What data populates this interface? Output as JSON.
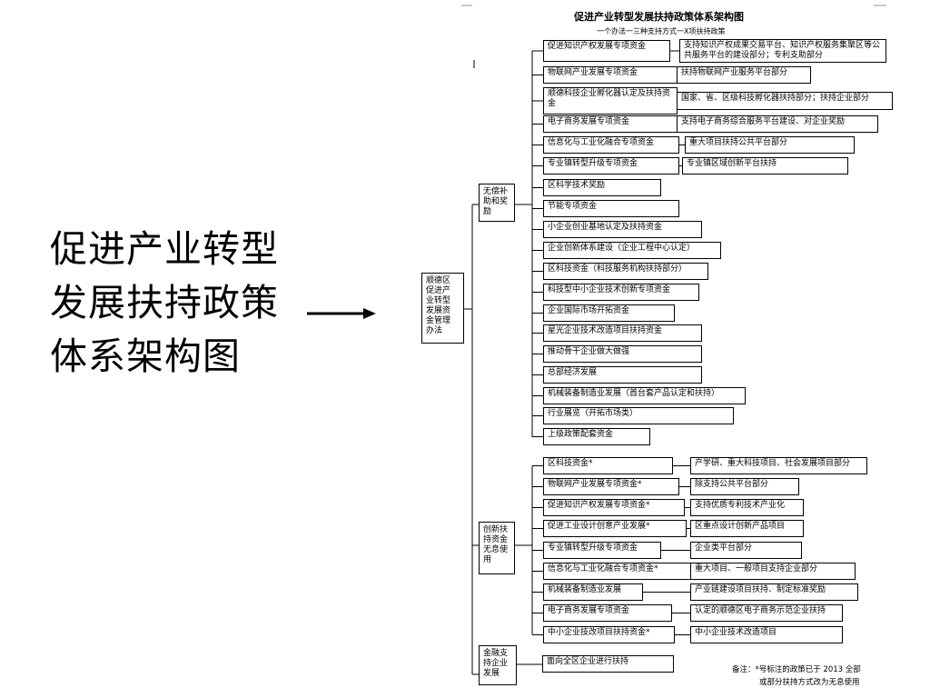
{
  "slide": {
    "big_title": [
      "促进产业转型",
      "发展扶持政策",
      "体系架构图"
    ]
  },
  "diagram": {
    "title": "促进产业转型发展扶持政策体系架构图",
    "subtitle": "一个办法一三种支持方式一X项扶持政策",
    "root": [
      "顺德区",
      "促进产",
      "业转型",
      "发展资",
      "金管理",
      "办法"
    ],
    "categories": [
      {
        "label": "无偿补助和奖励"
      },
      {
        "label": "创新扶持资金无息使用"
      },
      {
        "label": "金融支持企业发展"
      }
    ],
    "group1": [
      {
        "item": "促进知识产权发展专项资金",
        "note": "支持知识产权成果交易平台、知识产权服务集聚区等公共服务平台的建设部分；专利支助部分"
      },
      {
        "item": "物联网产业发展专项资金",
        "note": "扶持物联网产业服务平台部分"
      },
      {
        "item": "顺德科技企业孵化器认定及扶持资金",
        "note": "国家、省、区级科技孵化器扶持部分；扶持企业部分"
      },
      {
        "item": "电子商务发展专项资金",
        "note": "支持电子商务综合服务平台建设、对企业奖励"
      },
      {
        "item": "信息化与工业化融合专项资金",
        "note": "重大项目扶持公共平台部分"
      },
      {
        "item": "专业镇转型升级专项资金",
        "note": "专业镇区域创新平台扶持"
      },
      {
        "item": "区科学技术奖励",
        "note": ""
      },
      {
        "item": "节能专项资金",
        "note": ""
      },
      {
        "item": "小企业创业基地认定及扶持资金",
        "note": ""
      },
      {
        "item": "企业创新体系建设（企业工程中心认定）",
        "note": ""
      },
      {
        "item": "区科技资金（科技服务机构扶持部分）",
        "note": ""
      },
      {
        "item": "科技型中小企业技术创新专项资金",
        "note": ""
      },
      {
        "item": "企业国际市场开拓资金",
        "note": ""
      },
      {
        "item": "星光企业技术改造项目扶持资金",
        "note": ""
      },
      {
        "item": "推动骨干企业做大做强",
        "note": ""
      },
      {
        "item": "总部经济发展",
        "note": ""
      },
      {
        "item": "机械装备制造业发展（首台套产品认定和扶持）",
        "note": ""
      },
      {
        "item": "行业展览（开拓市场类）",
        "note": ""
      },
      {
        "item": "上级政策配套资金",
        "note": ""
      }
    ],
    "group2": [
      {
        "item": "区科技资金*",
        "note": "产学研、重大科技项目、社会发展项目部分"
      },
      {
        "item": "物联网产业发展专项资金*",
        "note": "除支持公共平台部分"
      },
      {
        "item": "促进知识产权发展专项资金*",
        "note": "支持优质专利技术产业化"
      },
      {
        "item": "促进工业设计创意产业发展*",
        "note": "区重点设计创新产品项目"
      },
      {
        "item": "专业镇转型升级专项资金",
        "note": "企业类平台部分"
      },
      {
        "item": "信息化与工业化融合专项资金*",
        "note": "重大项目、一般项目支持企业部分"
      },
      {
        "item": "机械装备制造业发展",
        "note": "产业链建设项目扶持、制定标准奖励"
      },
      {
        "item": "电子商务发展专项资金",
        "note": "认定的顺德区电子商务示范企业扶持"
      },
      {
        "item": "中小企业技改项目扶持资金*",
        "note": "中小企业技术改造项目"
      }
    ],
    "group3": [
      {
        "item": "面向全区企业进行扶持",
        "note": ""
      }
    ],
    "footnote": [
      "备注：*号标注的政策已于 2013 全部",
      "或部分扶持方式改为无息使用"
    ]
  }
}
